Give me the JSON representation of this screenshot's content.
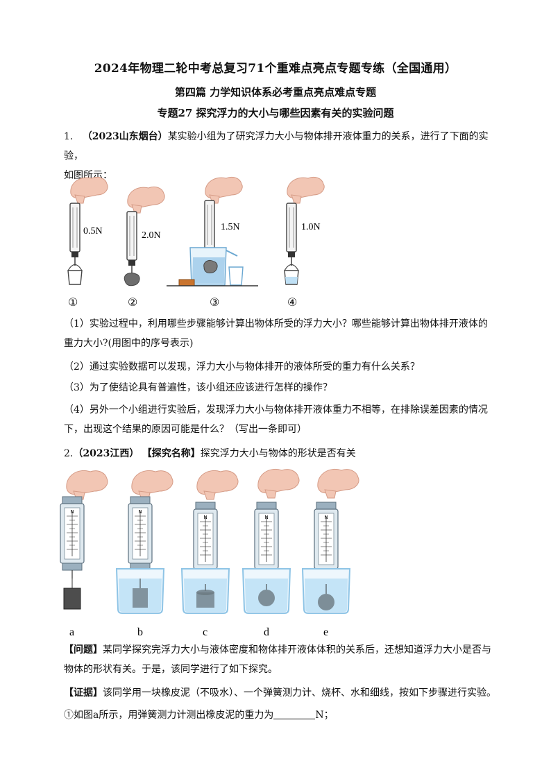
{
  "header": {
    "title": "2024年物理二轮中考总复习71个重难点亮点专题专练（全国通用）",
    "section": "第四篇 力学知识体系必考重点亮点难点专题",
    "topic": "专题27 探究浮力的大小与哪些因素有关的实验问题"
  },
  "q1": {
    "number": "1.",
    "source": "（2023山东烟台）",
    "intro_line1": "某实验小组为了研究浮力大小与物体排开液体重力的关系，进行了下面的实验，",
    "intro_line2": "如图所示：",
    "readings": [
      "0.5N",
      "2.0N",
      "1.5N",
      "1.0N"
    ],
    "figure_labels": [
      "①",
      "②",
      "③",
      "④"
    ],
    "sub1_line1": "（1）实验过程中，利用哪些步骤能够计算出物体所受的浮力大小？哪些能够计算出物体排开液体的",
    "sub1_line2": "重力大小?(用图中的序号表示)",
    "sub2": "（2）通过实验数据可以发现，浮力大小与物体排开的液体所受的重力有什么关系？",
    "sub3": "（3）为了使结论具有普遍性，该小组还应该进行怎样的操作？",
    "sub4_line1": "（4）另外一个小组进行实验后，发现浮力大小与物体排开液体重力不相等，在排除误差因素的情况",
    "sub4_line2": "下，出现这个结果的原因可能是什么？（写出一条即可）"
  },
  "q2": {
    "number": "2.",
    "source": "（2023江西）",
    "topic_tag": "【探究名称】",
    "topic_text": "探究浮力大小与物体的形状是否有关",
    "scale_mark": "N",
    "figure_labels": [
      "a",
      "b",
      "c",
      "d",
      "e"
    ],
    "problem_tag": "【问题】",
    "problem_line1": "某同学探究完浮力大小与液体密度和物体排开液体体积的关系后，还想知道浮力大小是否与",
    "problem_line2": "物体的形状有关。于是，该同学进行了如下探究。",
    "evidence_tag": "【证据】",
    "evidence_text": "该同学用一块橡皮泥（不吸水）、一个弹簧测力计、烧杯、水和细线，按如下步骤进行实验。",
    "step1_prefix": "①如图a所示，用弹簧测力计测出橡皮泥的重力为",
    "step1_suffix": "N；"
  }
}
